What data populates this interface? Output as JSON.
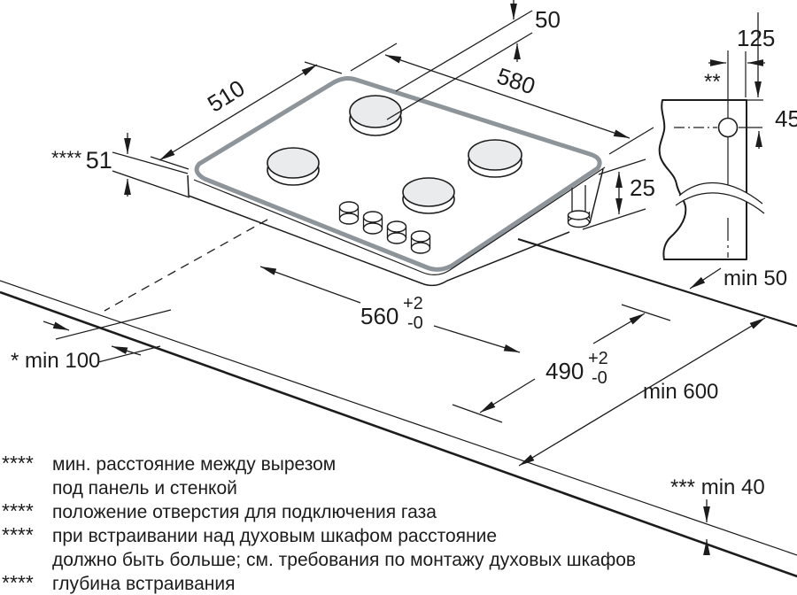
{
  "dims": {
    "burner_offset": "50",
    "depth": "510",
    "width": "580",
    "gas_side": "125",
    "gas_marker": "**",
    "gas_top": "45",
    "body_height": "25",
    "overhang_marker": "****",
    "overhang_value": "51",
    "clearance_right": "min 50",
    "cutout_width": "560",
    "cutout_width_plus": "+2",
    "cutout_width_minus": "-0",
    "cutout_depth": "490",
    "cutout_depth_plus": "+2",
    "cutout_depth_minus": "-0",
    "worktop_depth": "min 600",
    "rear_marker": "*",
    "rear_value": "min 100",
    "front_marker": "***",
    "front_value": "min 40"
  },
  "footnotes": {
    "f1_marker": "****",
    "f1_line1": "мин. расстояние между вырезом",
    "f1_line2": "под панель и стенкой",
    "f2_marker": "****",
    "f2_line1": "положение отверстия для подключения газа",
    "f3_marker": "****",
    "f3_line1": "при встраивании над духовым шкафом расстояние",
    "f3_line2": "должно быть больше; см. требования по монтажу духовых шкафов",
    "f4_marker": "****",
    "f4_line1": "глубина встраивания"
  },
  "colors": {
    "line": "#1c1c1c",
    "glass_outline": "#8d949a",
    "burner_fill": "#e9ebec"
  }
}
